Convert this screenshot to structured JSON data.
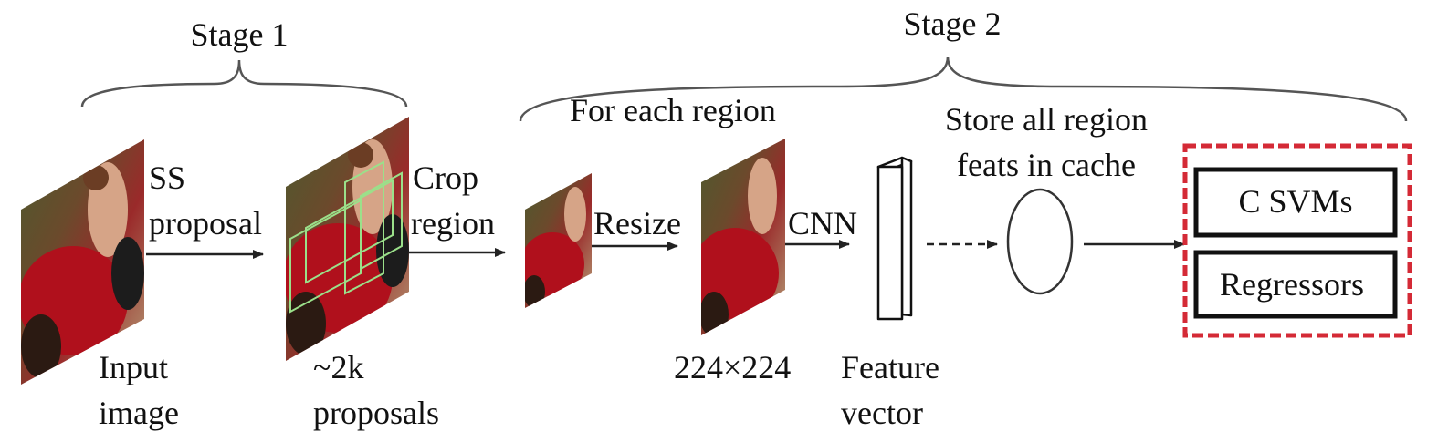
{
  "stages": {
    "stage1": "Stage 1",
    "stage2": "Stage 2"
  },
  "labels": {
    "ss_line1": "SS",
    "ss_line2": "proposal",
    "crop_line1": "Crop",
    "crop_line2": "region",
    "for_each_region": "For each region",
    "resize": "Resize",
    "cnn": "CNN",
    "store_line1": "Store all region",
    "store_line2": "feats in cache",
    "input_line1": "Input",
    "input_line2": "image",
    "proposals_line1": "~2k",
    "proposals_line2": "proposals",
    "resize_dim": "224×224",
    "feature_line1": "Feature",
    "feature_line2": "vector"
  },
  "outputs": {
    "svms": "C SVMs",
    "regressors": "Regressors"
  },
  "colors": {
    "highlight_border": "#d42a36",
    "line": "#222222",
    "brace": "#555555"
  },
  "icons": [
    "photo-input-image",
    "photo-proposals",
    "photo-cropped-region",
    "photo-resized-region",
    "feature-vector-bar",
    "cache-ellipse"
  ]
}
